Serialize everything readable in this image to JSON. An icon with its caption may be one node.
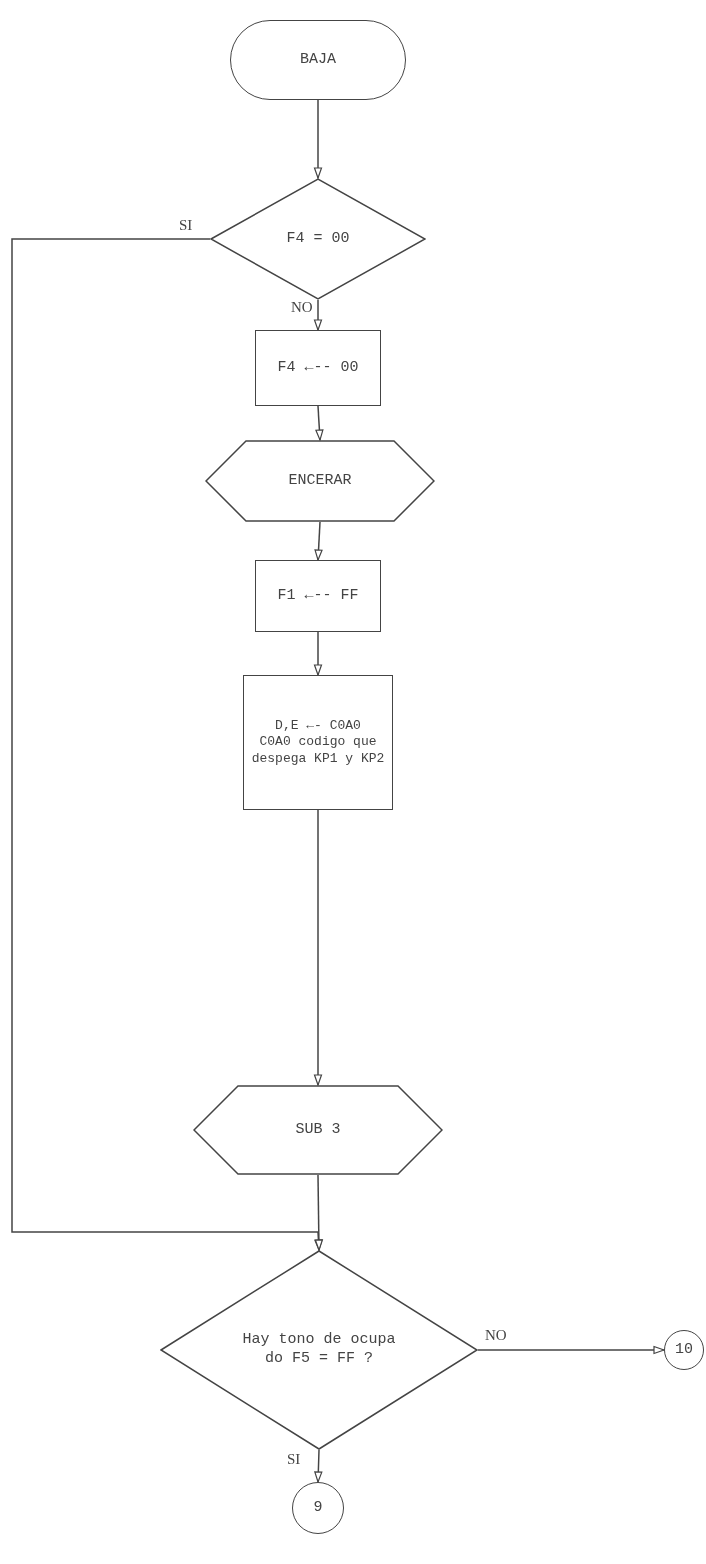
{
  "diagram": {
    "nodes": [
      {
        "text": [
          "BAJA"
        ]
      },
      {
        "text": [
          "F4 = 00"
        ]
      },
      {
        "text": [
          "F4 ←-- 00"
        ]
      },
      {
        "text": [
          "ENCERAR"
        ]
      },
      {
        "text": [
          "F1 ←-- FF"
        ]
      },
      {
        "text": [
          "D,E ←- C0A0",
          "C0A0 codigo que despega KP1 y KP2"
        ]
      },
      {
        "text": [
          "SUB 3"
        ]
      },
      {
        "text": [
          "Hay tono de ocupa do F5 = FF ?"
        ]
      },
      {
        "text": [
          "10"
        ]
      },
      {
        "text": [
          "9"
        ]
      }
    ],
    "edges": [
      {
        "from": 0,
        "to": 1,
        "arrow": "to"
      },
      {
        "from": 1,
        "to": 2,
        "arrow": "to",
        "label": "NO"
      },
      {
        "from": 1,
        "to": 7,
        "arrow": "to",
        "label": "SI"
      },
      {
        "from": 2,
        "to": 3,
        "arrow": "to"
      },
      {
        "from": 3,
        "to": 4,
        "arrow": "to"
      },
      {
        "from": 4,
        "to": 5,
        "arrow": "to"
      },
      {
        "from": 5,
        "to": 6,
        "arrow": "to"
      },
      {
        "from": 6,
        "to": 7,
        "arrow": "to"
      },
      {
        "from": 7,
        "to": 8,
        "arrow": "to",
        "label": "NO"
      },
      {
        "from": 7,
        "to": 9,
        "arrow": "to",
        "label": "SI"
      }
    ]
  }
}
